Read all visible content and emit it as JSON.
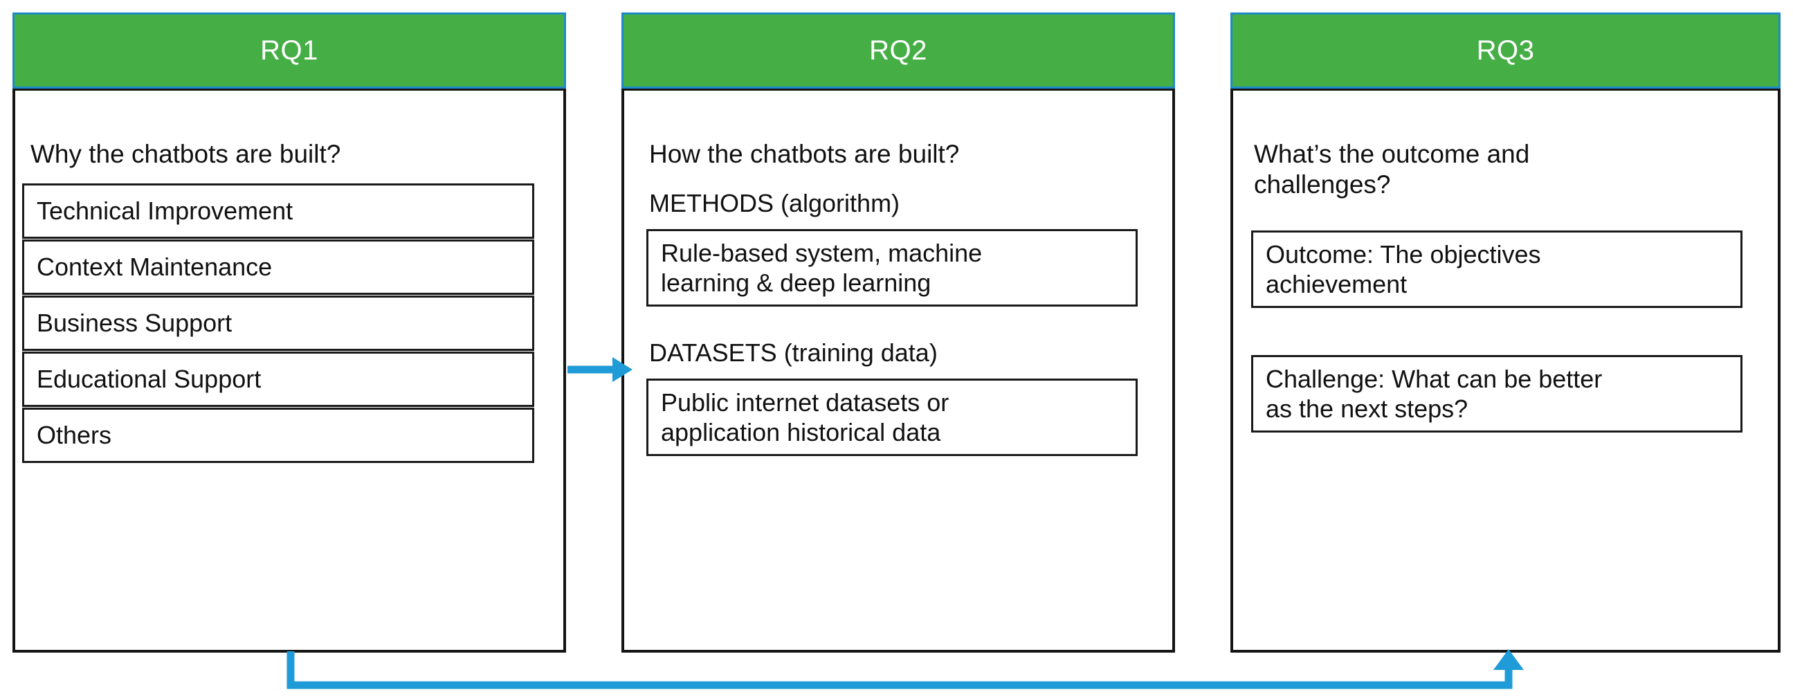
{
  "figure": {
    "type": "three-column-research-questions-diagram",
    "accent_green": "#45AF45",
    "accent_blue_border": "#1F8AC9",
    "arrow_blue": "#1F9BD8",
    "box_border": "#1a1a1a"
  },
  "columns": [
    {
      "id": "rq1",
      "header": "RQ1",
      "question": "Why the chatbots are built?",
      "items": [
        {
          "label": "Technical Improvement"
        },
        {
          "label": "Context Maintenance"
        },
        {
          "label": "Business Support"
        },
        {
          "label": "Educational Support"
        },
        {
          "label": "Others"
        }
      ]
    },
    {
      "id": "rq2",
      "header": "RQ2",
      "question": "How the chatbots are built?",
      "sections": [
        {
          "label": "METHODS (algorithm)",
          "box": "Rule-based system, machine\nlearning & deep learning"
        },
        {
          "label": "DATASETS (training data)",
          "box": "Public internet datasets or\napplication historical data"
        }
      ]
    },
    {
      "id": "rq3",
      "header": "RQ3",
      "question": "What’s the outcome and\nchallenges?",
      "items": [
        {
          "label": "Outcome: The objectives\nachievement"
        },
        {
          "label": "Challenge: What can be better\nas the next steps?"
        }
      ]
    }
  ],
  "connectors": [
    {
      "name": "rq1-to-rq2",
      "direction": "right"
    },
    {
      "name": "rq1-to-rq3-feedback",
      "direction": "up"
    }
  ]
}
